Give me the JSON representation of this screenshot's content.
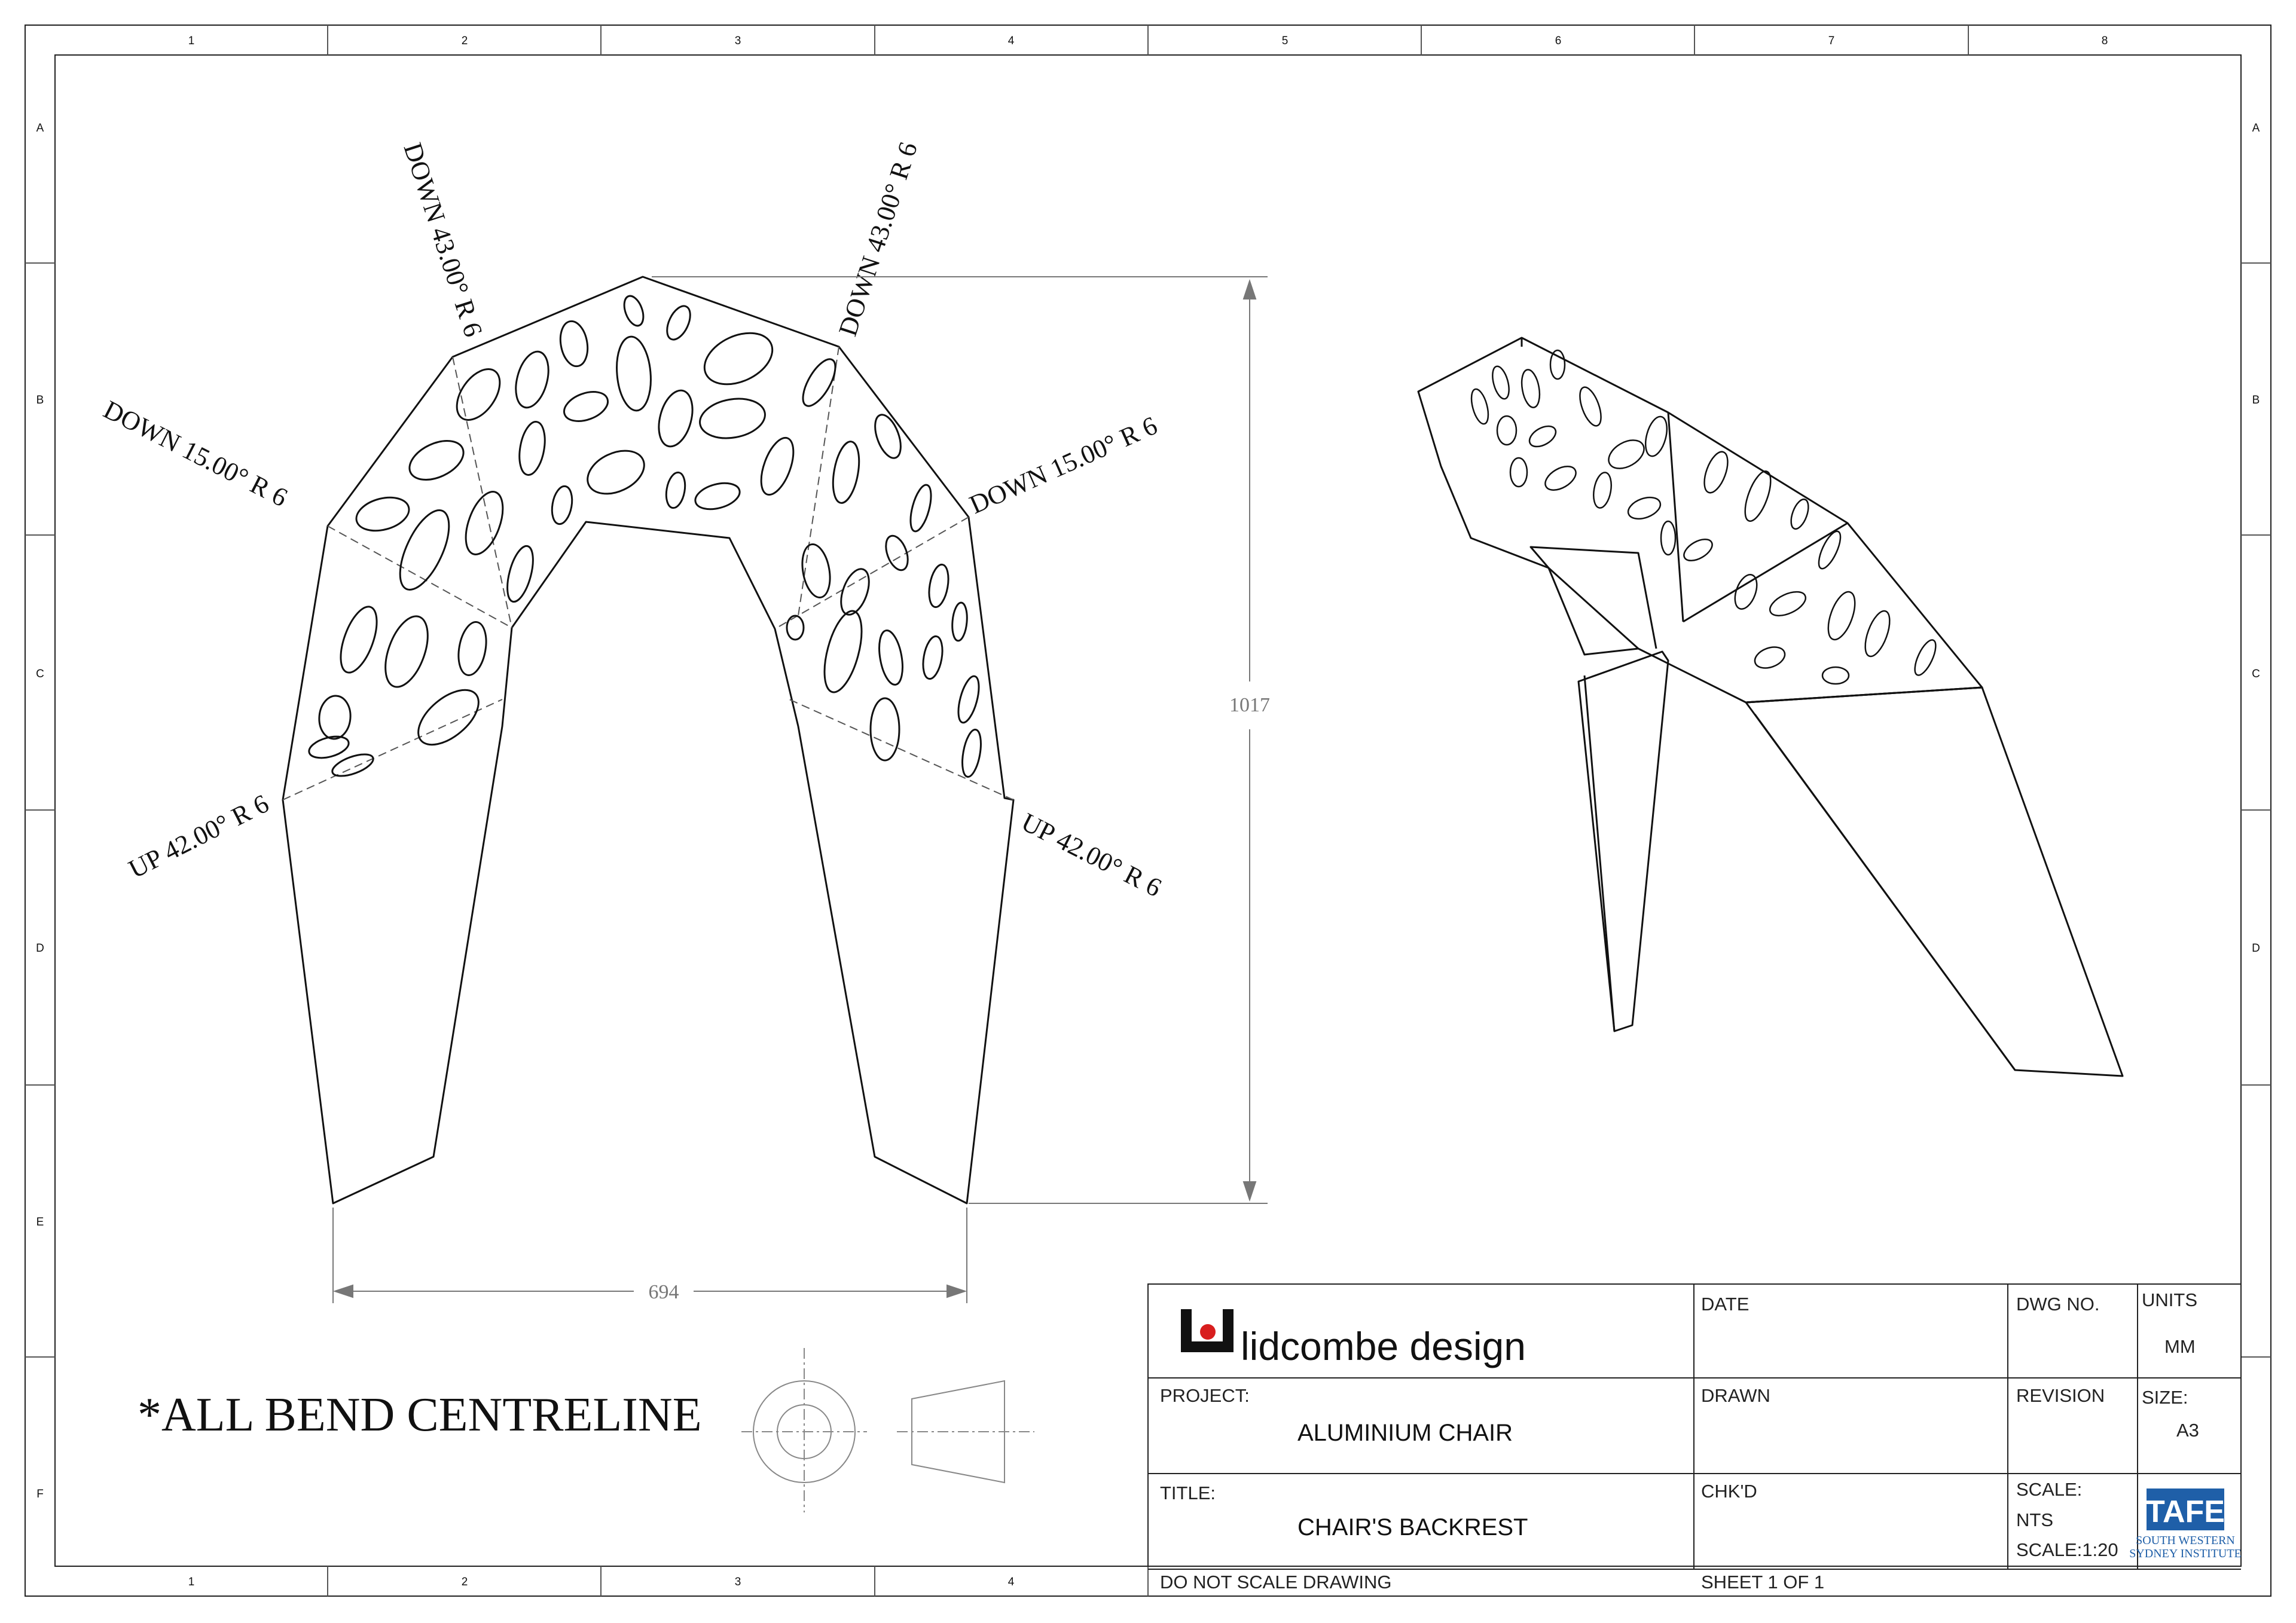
{
  "border": {
    "columns": [
      "1",
      "2",
      "3",
      "4",
      "5",
      "6",
      "7",
      "8"
    ],
    "rows": [
      "A",
      "B",
      "C",
      "D",
      "E",
      "F"
    ]
  },
  "annotations": {
    "bend_top_left": "DOWN 43.00° R 6",
    "bend_top_right": "DOWN 43.00° R 6",
    "bend_mid_left": "DOWN 15.00° R 6",
    "bend_mid_right": "DOWN 15.00° R 6",
    "bend_low_left": "UP 42.00° R 6",
    "bend_low_right": "UP 42.00° R 6"
  },
  "dimensions": {
    "height": "1017",
    "width": "694"
  },
  "note": "*ALL BEND CENTRELINE",
  "title_block": {
    "company": "lidcombe design",
    "date_label": "DATE",
    "dwg_no_label": "DWG NO.",
    "units_label": "UNITS",
    "units_value": "MM",
    "project_label": "PROJECT:",
    "project_value": "ALUMINIUM CHAIR",
    "drawn_label": "DRAWN",
    "revision_label": "REVISION",
    "size_label": "SIZE:",
    "size_value": "A3",
    "title_label": "TITLE:",
    "title_value": "CHAIR'S BACKREST",
    "chkd_label": "CHK'D",
    "scale_label": "SCALE:",
    "scale_nts": "NTS",
    "scale_value": "SCALE:1:20",
    "footer_left": "DO NOT SCALE DRAWING",
    "footer_sheet": "SHEET 1 OF 1",
    "tafe_logo": "TAFE",
    "tafe_sub1": "SOUTH WESTERN",
    "tafe_sub2": "SYDNEY INSTITUTE"
  },
  "colors": {
    "line": "#111111",
    "dim_line": "#777777",
    "logo_red": "#d81e1e",
    "tafe_blue": "#1f5fa8"
  }
}
